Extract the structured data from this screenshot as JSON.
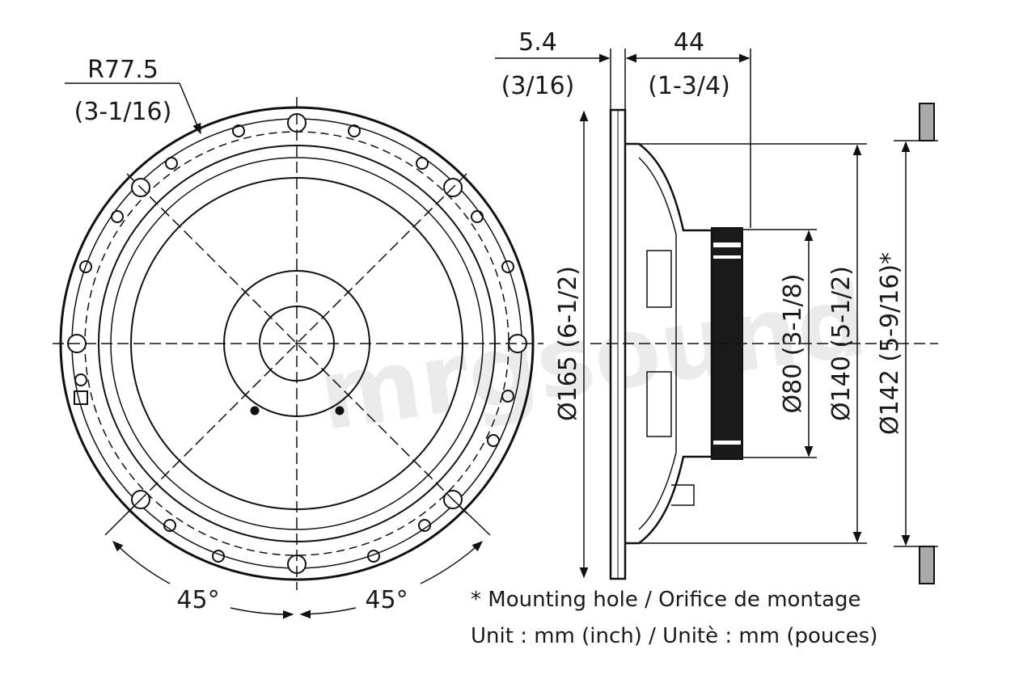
{
  "front_view": {
    "radius_label": "R77.5",
    "radius_label_inch": "(3-1/16)",
    "angle_left": "45°",
    "angle_right": "45°"
  },
  "side_view": {
    "flange_label": "5.4",
    "flange_label_inch": "(3/16)",
    "depth_label": "44",
    "depth_label_inch": "(1-3/4)",
    "outer_dia_label": "Ø165 (6-1/2)",
    "magnet_dia_label": "Ø80 (3-1/8)",
    "cone_dia_label": "Ø140 (5-1/2)",
    "cutout_dia_label": "Ø142 (5-9/16)*"
  },
  "notes": {
    "mounting_hole": "* Mounting hole / Orifice de montage",
    "unit": "Unit : mm (inch) / Unitè : mm (pouces)"
  },
  "watermark": "mrgsound"
}
